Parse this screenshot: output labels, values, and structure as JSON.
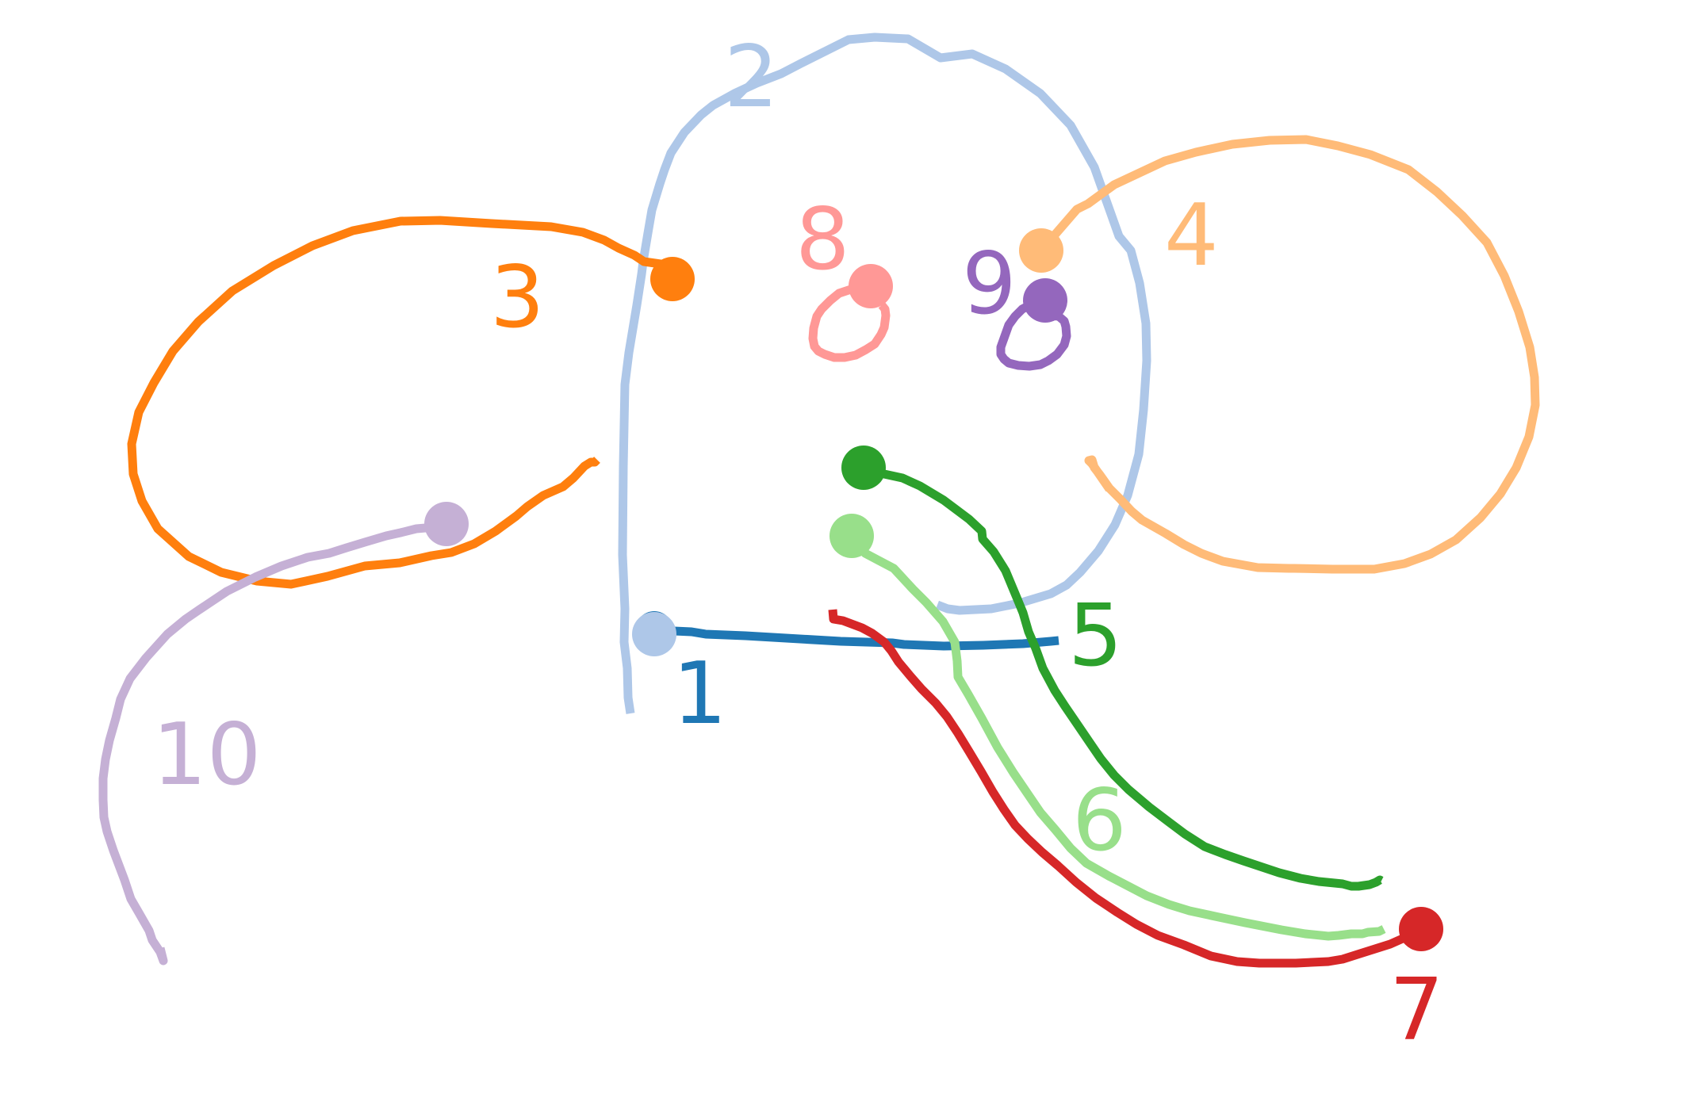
{
  "curves": [
    {
      "label": "1",
      "color": "#1f77b4"
    },
    {
      "label": "2",
      "color": "#aec7e8"
    },
    {
      "label": "3",
      "color": "#ff7f0e"
    },
    {
      "label": "4",
      "color": "#ffbb78"
    },
    {
      "label": "5",
      "color": "#2ca02c"
    },
    {
      "label": "6",
      "color": "#98df8a"
    },
    {
      "label": "7",
      "color": "#d62728"
    },
    {
      "label": "8",
      "color": "#ff9896"
    },
    {
      "label": "9",
      "color": "#9467bd"
    },
    {
      "label": "10",
      "color": "#c5b0d5"
    }
  ]
}
